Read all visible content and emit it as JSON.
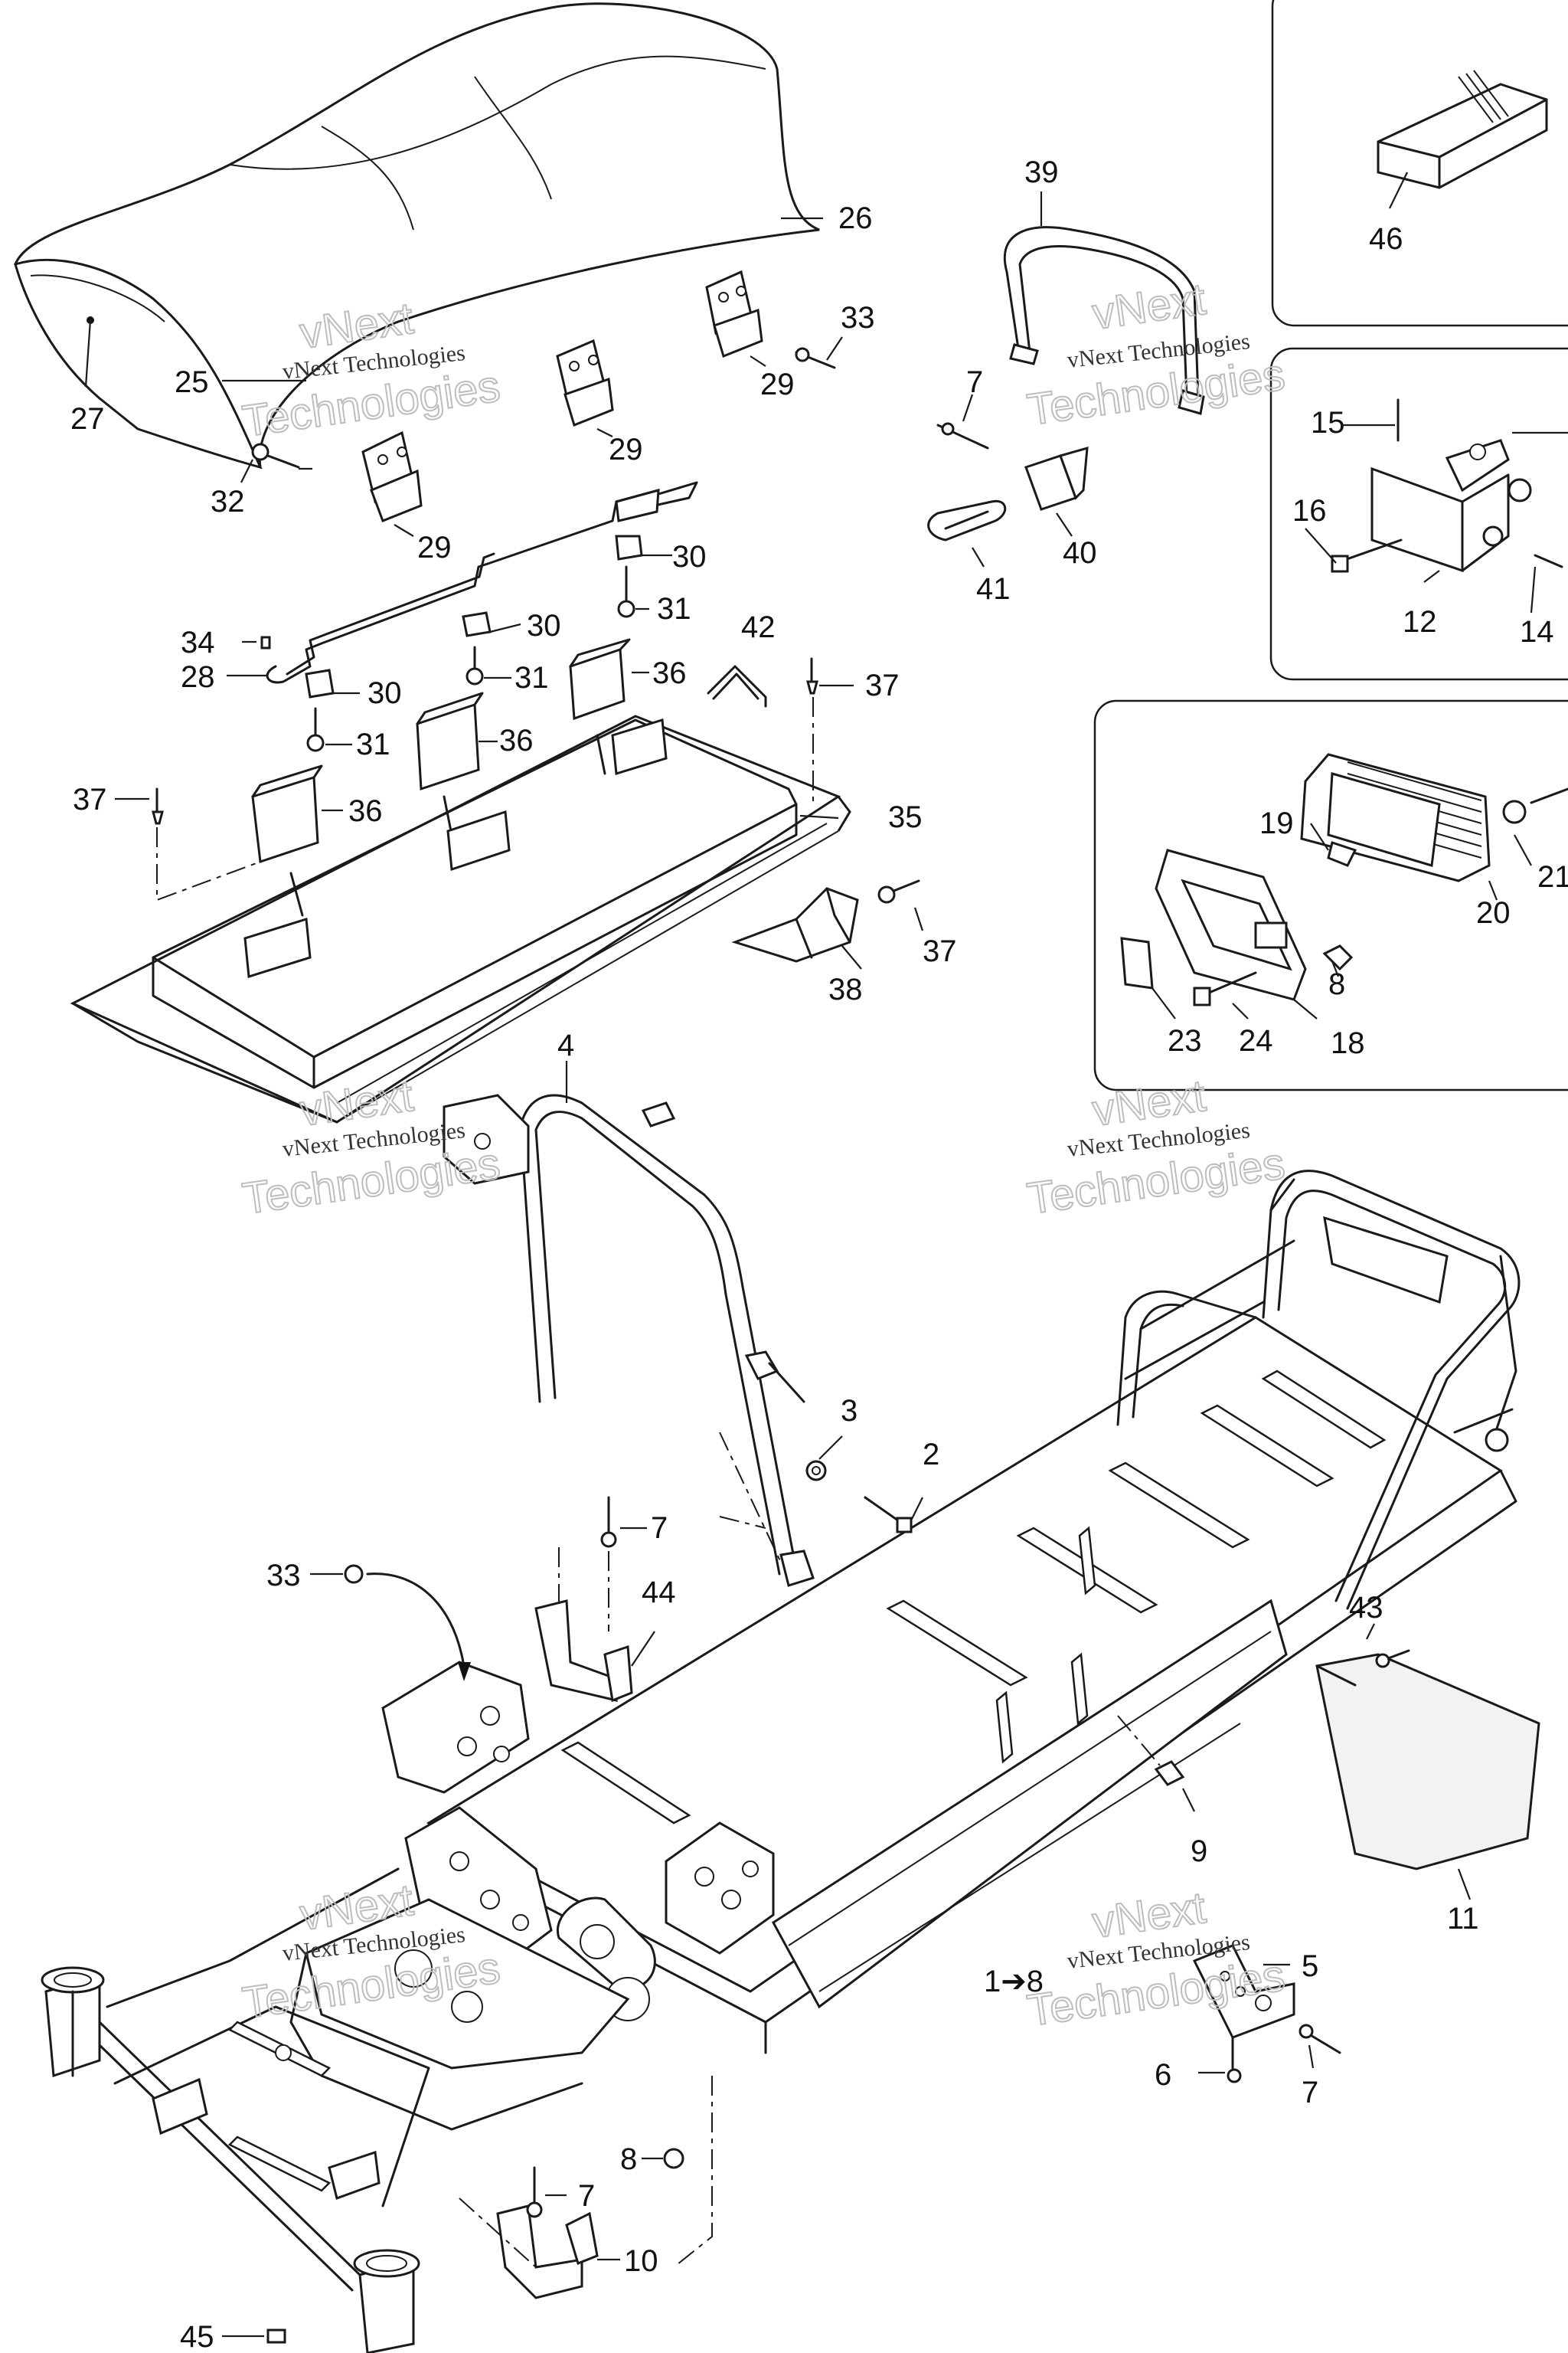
{
  "watermark": {
    "line1": "vNext Technologies",
    "line2": "Technologies",
    "line3": "vNext"
  },
  "callouts": [
    {
      "id": "c1",
      "text": "26"
    },
    {
      "id": "c2",
      "text": "27"
    },
    {
      "id": "c3",
      "text": "25"
    },
    {
      "id": "c4",
      "text": "32"
    },
    {
      "id": "c5",
      "text": "29"
    },
    {
      "id": "c6",
      "text": "29"
    },
    {
      "id": "c7",
      "text": "29"
    },
    {
      "id": "c8",
      "text": "33"
    },
    {
      "id": "c9",
      "text": "39"
    },
    {
      "id": "c10",
      "text": "7"
    },
    {
      "id": "c11",
      "text": "40"
    },
    {
      "id": "c12",
      "text": "41"
    },
    {
      "id": "c13",
      "text": "46"
    },
    {
      "id": "c14",
      "text": "15"
    },
    {
      "id": "c15",
      "text": "16"
    },
    {
      "id": "c16",
      "text": "12"
    },
    {
      "id": "c17",
      "text": "14"
    },
    {
      "id": "c18",
      "text": "30"
    },
    {
      "id": "c19",
      "text": "31"
    },
    {
      "id": "c20",
      "text": "34"
    },
    {
      "id": "c21",
      "text": "28"
    },
    {
      "id": "c22",
      "text": "30"
    },
    {
      "id": "c23",
      "text": "31"
    },
    {
      "id": "c24",
      "text": "30"
    },
    {
      "id": "c25",
      "text": "31"
    },
    {
      "id": "c26",
      "text": "42"
    },
    {
      "id": "c27",
      "text": "36"
    },
    {
      "id": "c28",
      "text": "36"
    },
    {
      "id": "c29",
      "text": "36"
    },
    {
      "id": "c30",
      "text": "37"
    },
    {
      "id": "c31",
      "text": "37"
    },
    {
      "id": "c32",
      "text": "35"
    },
    {
      "id": "c33",
      "text": "37"
    },
    {
      "id": "c34",
      "text": "38"
    },
    {
      "id": "c35",
      "text": "19"
    },
    {
      "id": "c36",
      "text": "21"
    },
    {
      "id": "c37",
      "text": "20"
    },
    {
      "id": "c38",
      "text": "8"
    },
    {
      "id": "c39",
      "text": "23"
    },
    {
      "id": "c40",
      "text": "24"
    },
    {
      "id": "c41",
      "text": "18"
    },
    {
      "id": "c42",
      "text": "4"
    },
    {
      "id": "c43",
      "text": "3"
    },
    {
      "id": "c44",
      "text": "2"
    },
    {
      "id": "c45",
      "text": "7"
    },
    {
      "id": "c46",
      "text": "33"
    },
    {
      "id": "c47",
      "text": "44"
    },
    {
      "id": "c48",
      "text": "43"
    },
    {
      "id": "c49",
      "text": "9"
    },
    {
      "id": "c50",
      "text": "11"
    },
    {
      "id": "c51",
      "text": "1➔8"
    },
    {
      "id": "c52",
      "text": "5"
    },
    {
      "id": "c53",
      "text": "6"
    },
    {
      "id": "c54",
      "text": "7"
    },
    {
      "id": "c55",
      "text": "8"
    },
    {
      "id": "c56",
      "text": "7"
    },
    {
      "id": "c57",
      "text": "10"
    },
    {
      "id": "c58",
      "text": "45"
    }
  ]
}
